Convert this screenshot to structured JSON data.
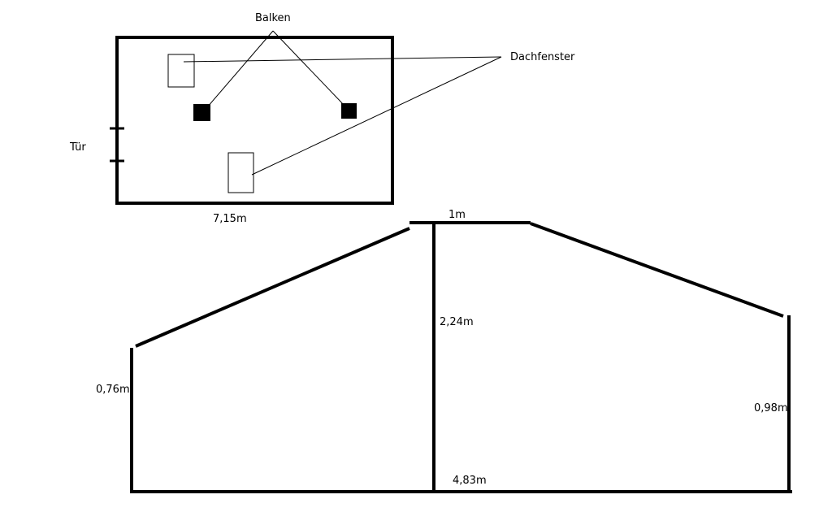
{
  "floor_plan": {
    "labels": {
      "beams": "Balken",
      "skylights": "Dachfenster",
      "door": "Tür",
      "width": "7,15m"
    }
  },
  "cross_section": {
    "labels": {
      "ridge_width": "1m",
      "ridge_height": "2,24m",
      "left_wall_height": "0,76m",
      "right_wall_height": "0,98m",
      "base_width": "4,83m"
    }
  },
  "colors": {
    "line": "#000000",
    "background": "#ffffff"
  }
}
